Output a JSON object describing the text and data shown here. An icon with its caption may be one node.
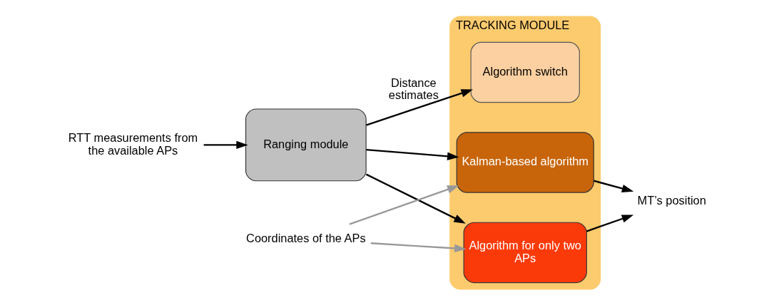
{
  "diagram": {
    "nodes": [
      {
        "text": [
          "RTT measurements from the available APs"
        ]
      },
      {
        "text": [
          "Ranging module"
        ]
      },
      {
        "text": [
          "TRACKING MODULE"
        ]
      },
      {
        "text": [
          "Algorithm switch"
        ],
        "in": 2
      },
      {
        "text": [
          "Kalman-based algorithm"
        ],
        "in": 2
      },
      {
        "text": [
          "Algorithm for only two APs"
        ],
        "in": 2
      },
      {
        "text": [
          "Coordinates of the APs"
        ]
      },
      {
        "text": [
          "MT’s position"
        ]
      }
    ],
    "edges": [
      {
        "from": 0,
        "to": 1,
        "arrow": "to"
      },
      {
        "from": 1,
        "to": 3,
        "arrow": "to",
        "label": "Distance estimates"
      },
      {
        "from": 1,
        "to": 4,
        "arrow": "to"
      },
      {
        "from": 1,
        "to": 5,
        "arrow": "to"
      },
      {
        "from": 6,
        "to": 4,
        "arrow": "to",
        "color": "#999999"
      },
      {
        "from": 6,
        "to": 5,
        "arrow": "to",
        "color": "#999999"
      },
      {
        "from": 4,
        "to": 7,
        "arrow": "to"
      },
      {
        "from": 5,
        "to": 7,
        "arrow": "to"
      }
    ]
  }
}
